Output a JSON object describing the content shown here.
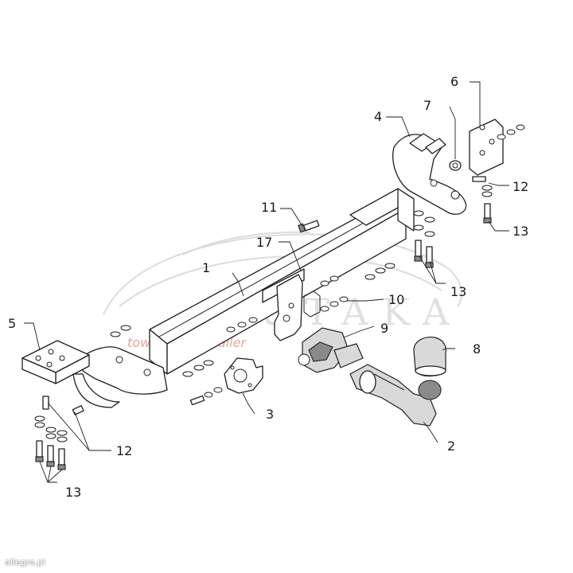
{
  "diagram": {
    "callouts": [
      "1",
      "2",
      "3",
      "4",
      "5",
      "6",
      "7",
      "8",
      "9",
      "10",
      "11",
      "12",
      "12",
      "13",
      "13",
      "13",
      "17"
    ]
  },
  "watermark": {
    "brand": "AUTAKA",
    "tagline": "tow bar and trailer"
  },
  "credit": "allegro.pl"
}
